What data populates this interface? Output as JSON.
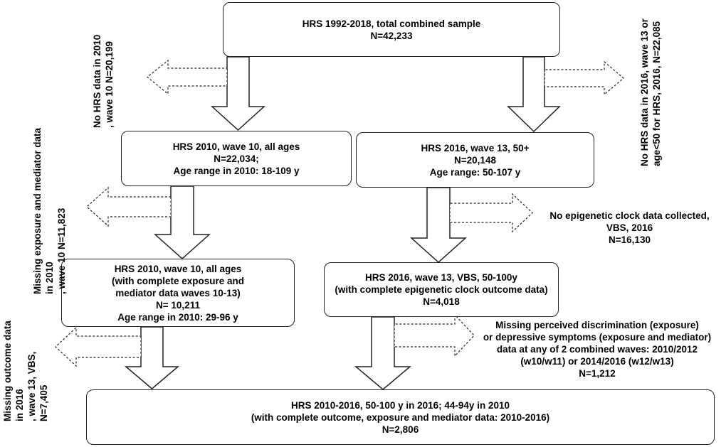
{
  "boxes": {
    "total": [
      "HRS 1992-2018, total combined sample",
      "N=42,233"
    ],
    "hrs2010": [
      "HRS 2010, wave 10, all ages",
      "N=22,034;",
      "Age range in 2010: 18-109 y"
    ],
    "hrs2016": [
      "HRS 2016, wave 13, 50+",
      "N=20,148",
      "Age range: 50-107 y"
    ],
    "hrs2010_complete": [
      "HRS 2010, wave 10, all ages",
      "(with complete exposure and",
      "mediator data waves 10-13)",
      "N= 10,211",
      "Age range in 2010: 29-96 y"
    ],
    "hrs2016_vbs": [
      "HRS 2016, wave 13, VBS, 50-100y",
      "(with complete epigenetic clock outcome data)",
      "N=4,018"
    ],
    "final": [
      "HRS 2010-2016, 50-100 y in 2016; 44-94y in 2010",
      "(with complete outcome, exposure and mediator data: 2010-2016)",
      "N=2,806"
    ]
  },
  "exclusions": {
    "no_2010": [
      "No HRS data in 2010",
      ", wave 10 N=20,199"
    ],
    "no_2016": [
      "No HRS data in 2016, wave 13 or",
      "age<50 for HRS, 2016, N=22,085"
    ],
    "missing_exposure": [
      "Missing exposure and mediator data",
      "in 2010",
      ", wave 10 N=11,823"
    ],
    "no_epigenetic": [
      "No epigenetic clock data collected,",
      "VBS,  2016",
      "N=16,130"
    ],
    "missing_outcome": [
      "Missing outcome data",
      "in 2016",
      ", wave 13, VBS,",
      "N=7,405"
    ],
    "missing_discrimination": [
      "Missing perceived discrimination (exposure)",
      "or depressive symptoms (exposure and mediator)",
      "data at any of 2 combined waves: 2010/2012",
      "(w10/w11) or  2014/2016 (w12/w13)",
      "N=1,212"
    ]
  }
}
